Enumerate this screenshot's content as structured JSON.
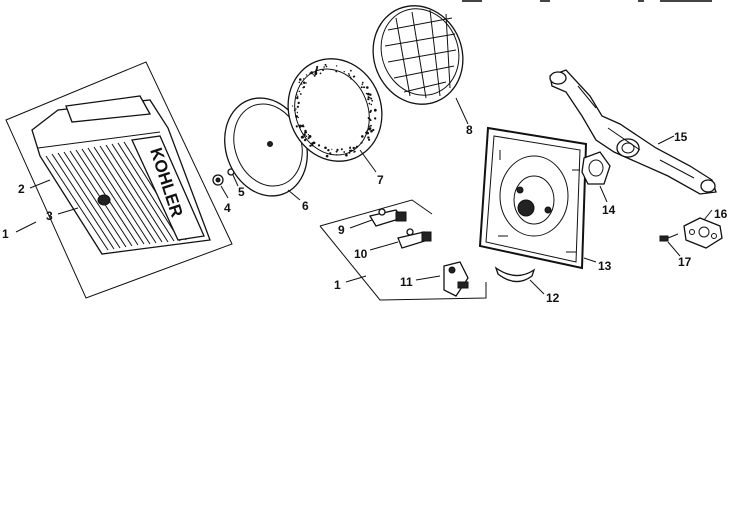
{
  "diagram": {
    "header_fragment": "",
    "brand_text": "KOHLER",
    "callouts": {
      "c1_left": "1",
      "c2": "2",
      "c3": "3",
      "c4": "4",
      "c5": "5",
      "c6": "6",
      "c7": "7",
      "c8": "8",
      "c9": "9",
      "c10": "10",
      "c1_kit": "1",
      "c11": "11",
      "c12": "12",
      "c13": "13",
      "c14": "14",
      "c15": "15",
      "c16": "16",
      "c17": "17"
    }
  }
}
